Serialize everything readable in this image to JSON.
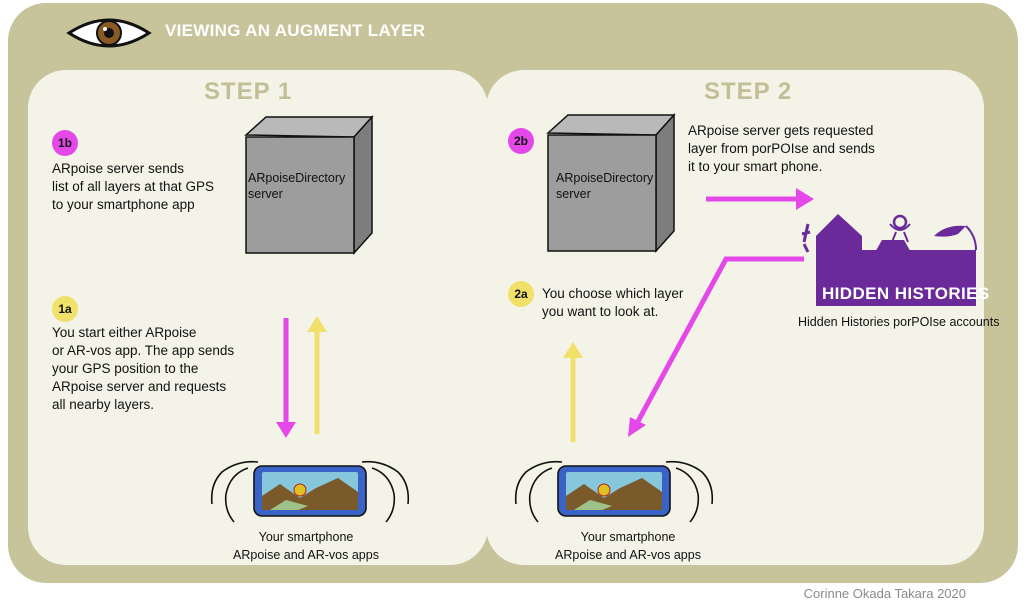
{
  "header": {
    "title": "VIEWING AN AUGMENT LAYER",
    "icon": "eye-icon"
  },
  "step1": {
    "title": "STEP 1",
    "badge_1b": "1b",
    "text_1b": [
      "ARpoise server sends",
      "list of all layers at that GPS",
      "to your smartphone app"
    ],
    "server_label": [
      "ARpoiseDirectory",
      "server"
    ],
    "badge_1a": "1a",
    "text_1a": [
      "You start either ARpoise",
      "or AR-vos app. The app sends",
      "your GPS position to the",
      "ARpoise server and requests",
      "all nearby layers."
    ],
    "caption": [
      "Your smartphone",
      "ARpoise and AR-vos apps"
    ]
  },
  "step2": {
    "title": "STEP 2",
    "badge_2b": "2b",
    "server_label": [
      "ARpoiseDirectory",
      "server"
    ],
    "text_2b": [
      "ARpoise server gets requested",
      "layer from porPOIse and sends",
      "it to your smart phone."
    ],
    "badge_2a": "2a",
    "text_2a": [
      "You choose which layer",
      "you want to look at."
    ],
    "hh_logo": "HIDDEN HISTORIES",
    "hh_caption": "Hidden Histories porPOIse accounts",
    "caption": [
      "Your smartphone",
      "ARpoise and AR-vos apps"
    ]
  },
  "credit": "Corinne Okada Takara 2020",
  "colors": {
    "frame": "#c7c49c",
    "panel": "#f4f3e8",
    "pink": "#e548e8",
    "yellow": "#f1e06a",
    "purple": "#6b2a9a",
    "server": "#9d9d9d"
  }
}
